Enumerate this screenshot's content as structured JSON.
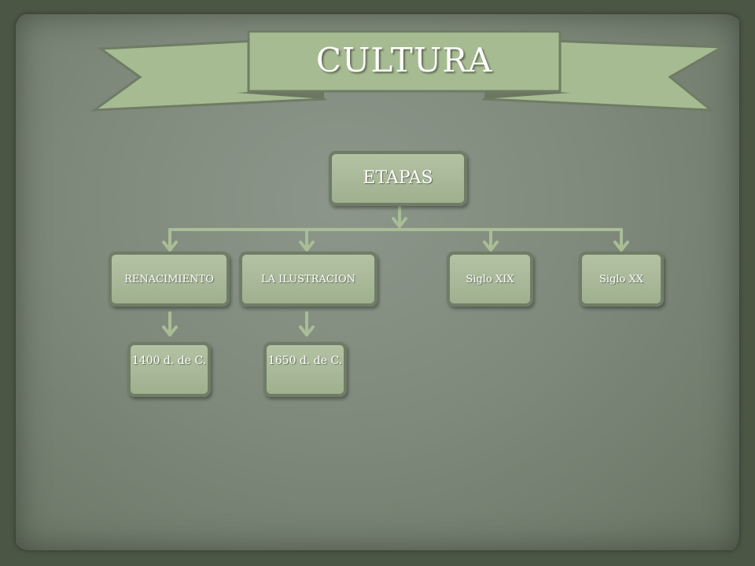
{
  "title": "CULTURA",
  "root": "ETAPAS",
  "stages": [
    {
      "label": "RENACIMIENTO",
      "date": "1400 d. de C."
    },
    {
      "label": "LA ILUSTRACION",
      "date": "1650 d. de C."
    },
    {
      "label": "Siglo XIX"
    },
    {
      "label": "Siglo XX"
    }
  ],
  "colors": {
    "background": "#4b5645",
    "parchment": "#7f8a7c",
    "box_fill": "#a8b898",
    "box_border": "#707d66",
    "connector": "#a9bd96",
    "text": "#ffffff"
  }
}
